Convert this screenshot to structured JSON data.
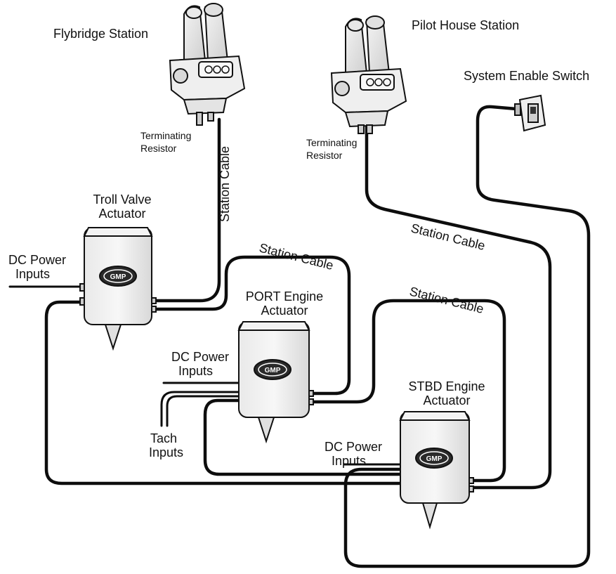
{
  "labels": {
    "flybridge_station": "Flybridge Station",
    "pilot_house_station": "Pilot House Station",
    "system_enable_switch": "System Enable Switch",
    "terminating_resistor_1": [
      "Terminating",
      "Resistor"
    ],
    "terminating_resistor_2": [
      "Terminating",
      "Resistor"
    ],
    "station_cable_vertical": "Station Cable",
    "station_cable_pilot": "Station Cable",
    "station_cable_troll_port": "Station Cable",
    "station_cable_port_stbd": "Station Cable",
    "troll_valve_actuator": [
      "Troll Valve",
      "Actuator"
    ],
    "port_engine_actuator": [
      "PORT Engine",
      "Actuator"
    ],
    "stbd_engine_actuator": [
      "STBD Engine",
      "Actuator"
    ],
    "dc_power_inputs_1": [
      "DC Power",
      "Inputs"
    ],
    "dc_power_inputs_2": [
      "DC Power",
      "Inputs"
    ],
    "dc_power_inputs_3": [
      "DC Power",
      "Inputs"
    ],
    "tach_inputs": [
      "Tach",
      "Inputs"
    ],
    "logo": "GMP"
  }
}
